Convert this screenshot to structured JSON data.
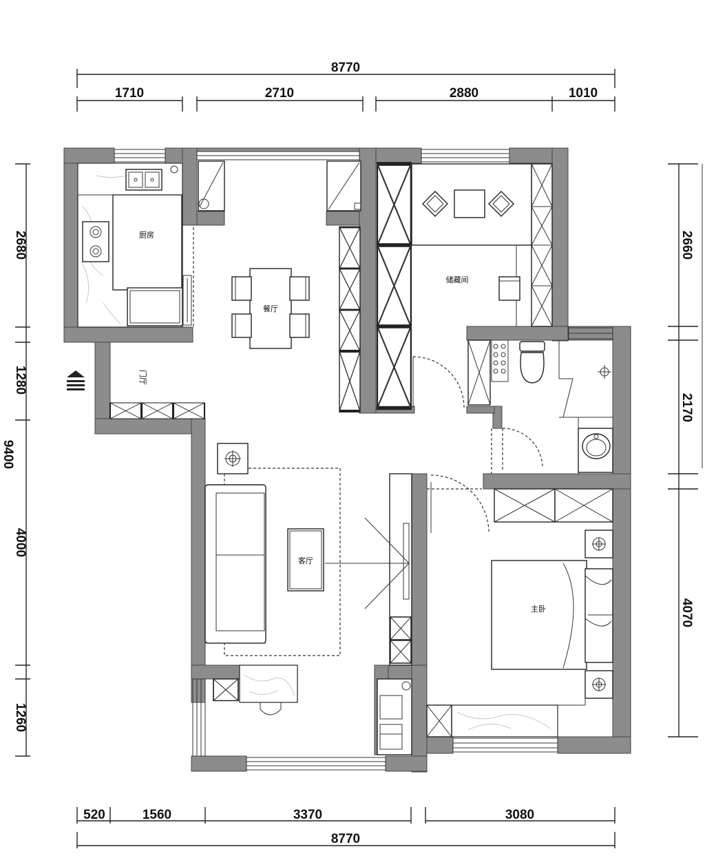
{
  "dimensions": {
    "top_total": "8770",
    "top_segments": [
      "1710",
      "2710",
      "2880",
      "1010"
    ],
    "bottom_total": "8770",
    "bottom_segments": [
      "520",
      "1560",
      "3370",
      "3080"
    ],
    "left_segments": [
      "2680",
      "1280",
      "4000",
      "1260"
    ],
    "left_overall_partial": "9400",
    "right_segments": [
      "2660",
      "2170",
      "4070"
    ]
  },
  "rooms": {
    "kitchen": "厨房",
    "dining": "餐厅",
    "entry": "门厅",
    "living": "客厅",
    "study": "储藏间",
    "master_bedroom": "主卧"
  },
  "colors": {
    "wall_fill": "#8c8c8c",
    "line": "#222222"
  },
  "icons": {
    "entrance": "entrance-arrow-icon",
    "stove": "stove-burner-icon",
    "sink": "sink-icon",
    "toilet": "toilet-icon",
    "lamp": "lamp-icon",
    "shower": "shower-icon"
  }
}
